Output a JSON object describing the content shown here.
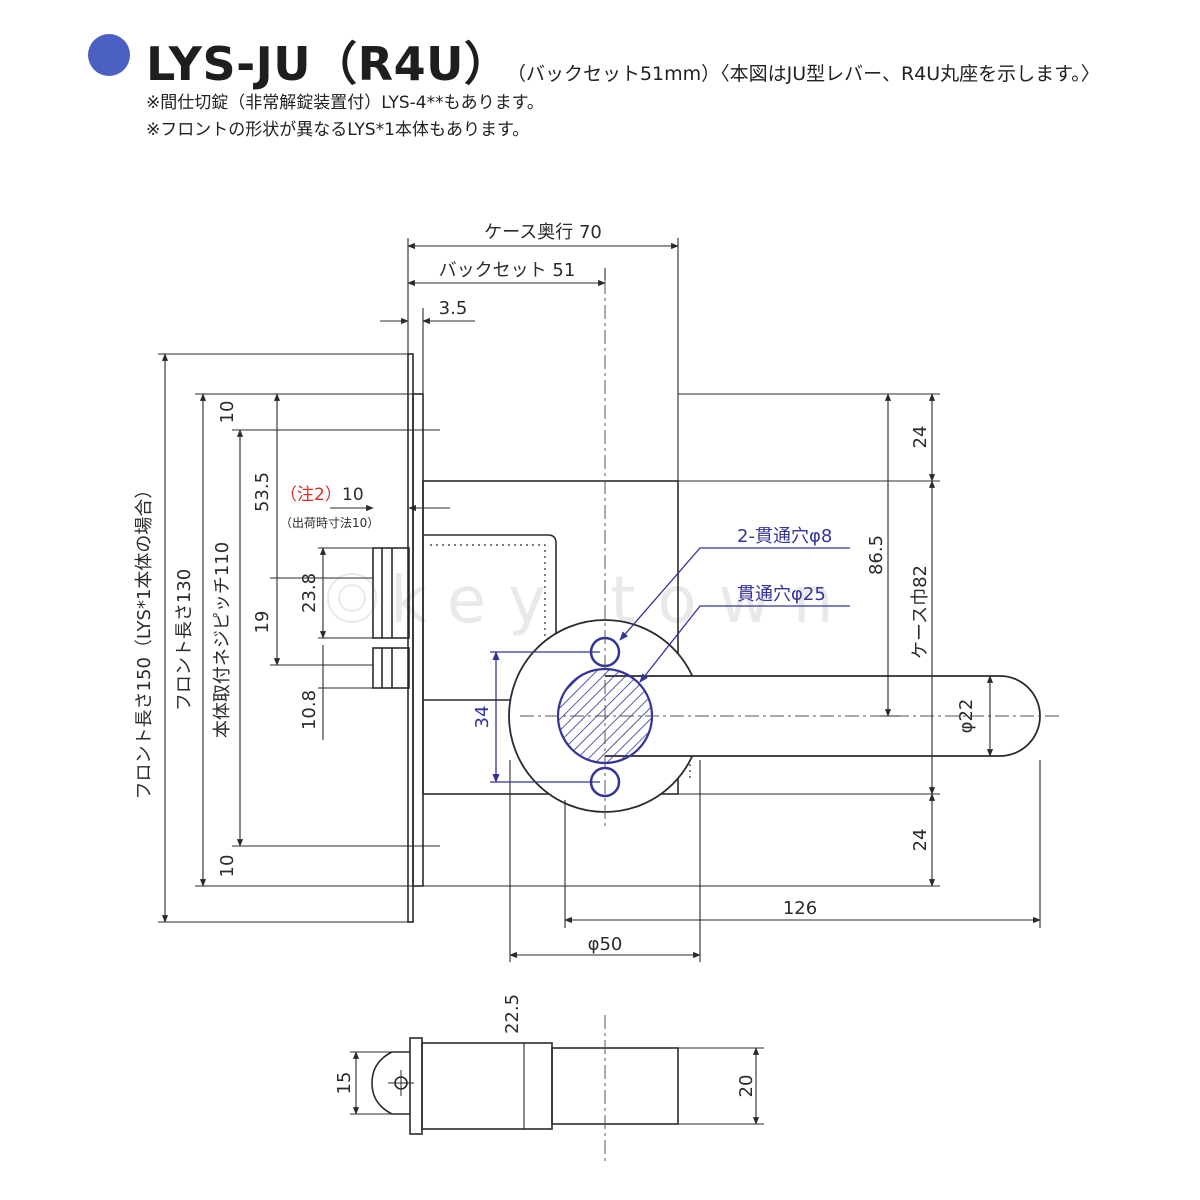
{
  "header": {
    "model": "LYS-JU（R4U）",
    "subtitle": "（バックセット51mm）〈本図はJU型レバー、R4U丸座を示します。〉",
    "notes": [
      "※間仕切錠（非常解錠装置付）LYS-4**もあります。",
      "※フロントの形状が異なるLYS*1本体もあります。"
    ]
  },
  "watermark": "key town",
  "colors": {
    "line": "#2b2b2b",
    "accent_blue": "#33349a",
    "note_red": "#d9302c",
    "bullet": "#4a5fc1"
  },
  "dimensions": {
    "case_depth": "ケース奥行 70",
    "backset": "バックセット 51",
    "front_thickness": "3.5",
    "front_length_150": "フロント長さ150（LYS*1本体の場合）",
    "front_length_130": "フロント長さ130",
    "screw_pitch_110": "本体取付ネジピッチ110",
    "top_10": "10",
    "bottom_10": "10",
    "d_53_5": "53.5",
    "note2_label": "（注2）",
    "note2_value": "10",
    "note2_sub": "（出荷時寸法10）",
    "d_23_8": "23.8",
    "d_19": "19",
    "d_10_8": "10.8",
    "d_34": "34",
    "through_hole_8": "2-貫通穴φ8",
    "through_hole_25": "貫通穴φ25",
    "right_24_top": "24",
    "d_86_5": "86.5",
    "case_width_82": "ケース巾82",
    "d_22": "φ22",
    "right_24_bottom": "24",
    "d_126": "126",
    "d_50": "φ50",
    "side_22_5": "22.5",
    "side_15": "15",
    "side_20": "20"
  }
}
